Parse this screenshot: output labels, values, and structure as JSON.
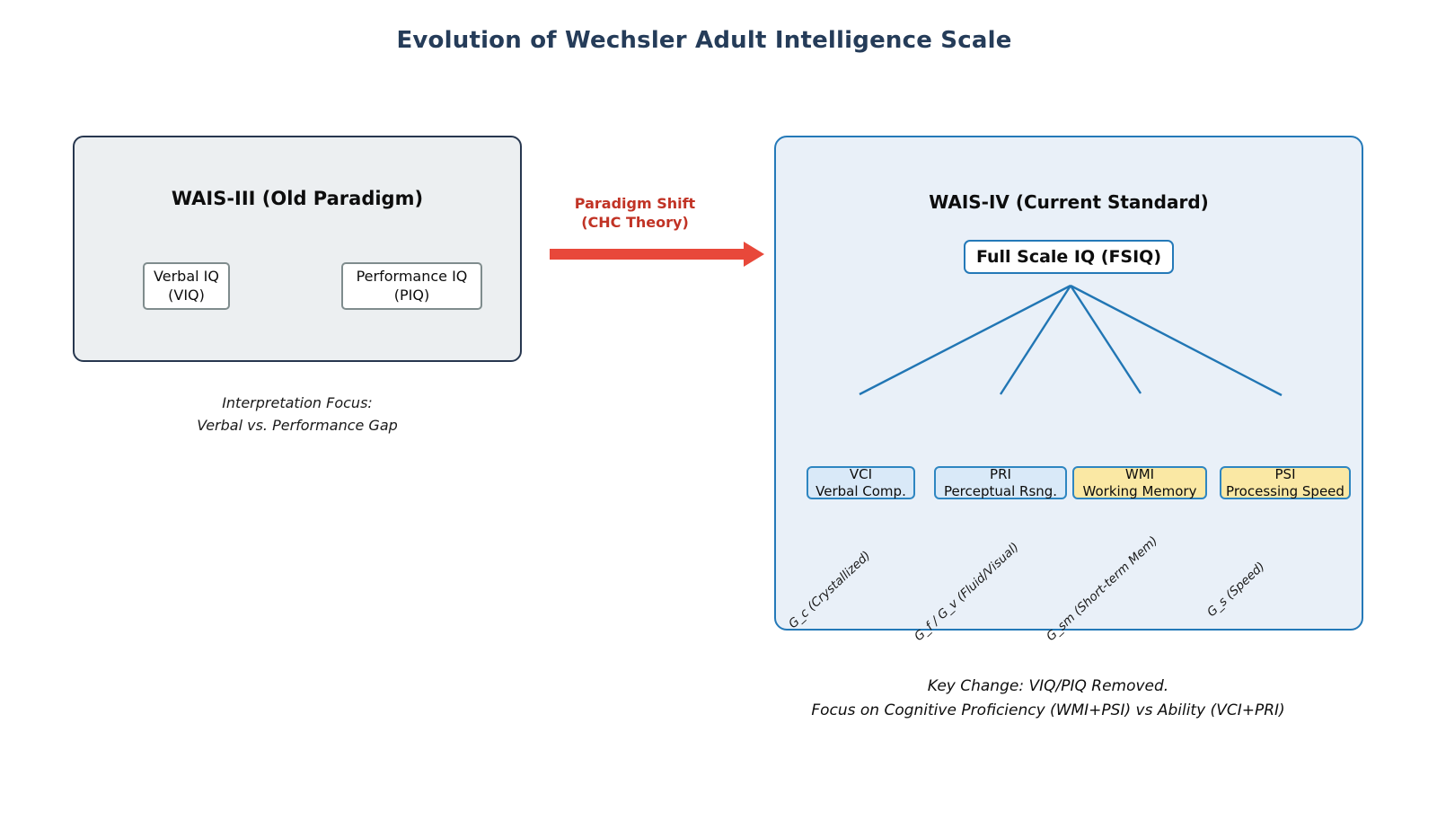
{
  "title": "Evolution of Wechsler Adult Intelligence Scale",
  "left_panel": {
    "title": "WAIS-III (Old Paradigm)",
    "viq": {
      "line1": "Verbal IQ",
      "line2": "(VIQ)"
    },
    "piq": {
      "line1": "Performance IQ",
      "line2": "(PIQ)"
    },
    "caption_line1": "Interpretation Focus:",
    "caption_line2": "Verbal vs. Performance Gap"
  },
  "arrow": {
    "label_line1": "Paradigm Shift",
    "label_line2": "(CHC Theory)",
    "shaft_color": "#e8483a",
    "label_color": "#c13325"
  },
  "right_panel": {
    "title": "WAIS-IV (Current Standard)",
    "fsiq_label": "Full Scale IQ (FSIQ)",
    "indices": [
      {
        "abbr": "VCI",
        "name": "Verbal Comp.",
        "group": "ability"
      },
      {
        "abbr": "PRI",
        "name": "Perceptual Rsng.",
        "group": "ability"
      },
      {
        "abbr": "WMI",
        "name": "Working Memory",
        "group": "proficiency"
      },
      {
        "abbr": "PSI",
        "name": "Processing Speed",
        "group": "proficiency"
      }
    ],
    "chc_labels": [
      "G_c (Crystallized)",
      "G_f / G_v (Fluid/Visual)",
      "G_sm (Short-term Mem)",
      "G_s (Speed)"
    ],
    "caption_line1": "Key Change: VIQ/PIQ Removed.",
    "caption_line2": "Focus on Cognitive Proficiency (WMI+PSI) vs Ability (VCI+PRI)"
  },
  "colors": {
    "title_navy": "#253c59",
    "old_panel_fill": "#eceff1",
    "old_panel_border": "#27374f",
    "new_panel_fill": "#e9f0f8",
    "new_panel_border": "#2479b8",
    "fan_line_blue": "#2176b4",
    "ability_fill": "#d9e9f8",
    "proficiency_fill": "#fae8a4",
    "index_border": "#2e86c1",
    "arrow_red": "#e8483a",
    "arrow_label_red": "#c13325"
  }
}
